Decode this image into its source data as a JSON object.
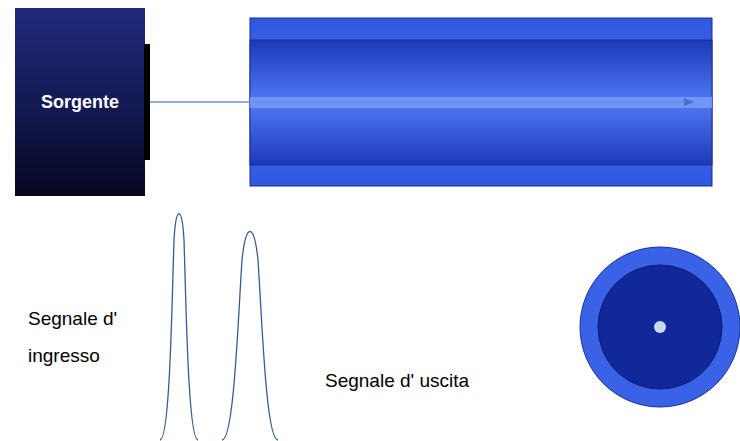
{
  "diagram": {
    "nodes": [
      {
        "text": [
          "Sorgente"
        ]
      }
    ],
    "labels": [
      "Segnale d' ingresso",
      "Segnale d' uscita"
    ]
  }
}
